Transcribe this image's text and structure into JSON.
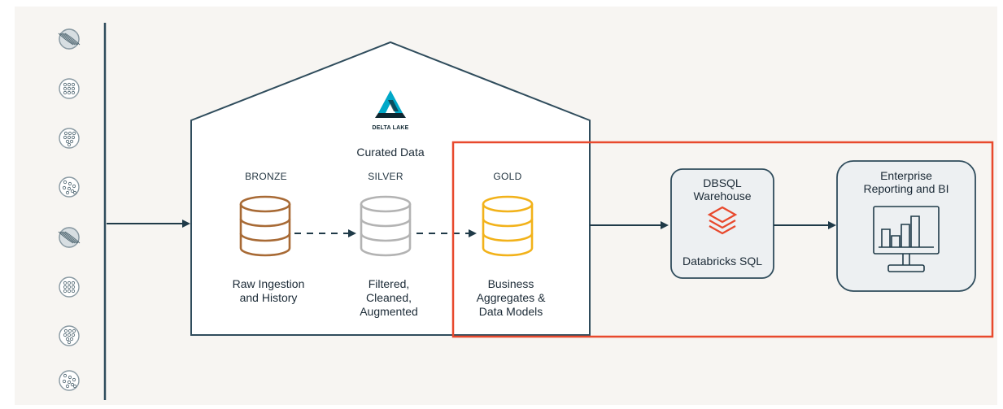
{
  "logo": {
    "text": "DELTA LAKE",
    "icon": "delta-lake-logo-icon"
  },
  "lakehouse": {
    "title": "Curated Data",
    "tiers": [
      {
        "key": "bronze",
        "label": "BRONZE",
        "description": "Raw Ingestion\nand History",
        "color": "#a86a35"
      },
      {
        "key": "silver",
        "label": "SILVER",
        "description": "Filtered,\nCleaned,\nAugmented",
        "color": "#b3b3b3"
      },
      {
        "key": "gold",
        "label": "GOLD",
        "description": "Business\nAggregates &\nData Models",
        "color": "#f2b21a"
      }
    ]
  },
  "warehouse": {
    "title": "DBSQL\nWarehouse",
    "subtitle": "Databricks SQL",
    "icon": "databricks-stack-icon",
    "accent": "#e8492d"
  },
  "reporting": {
    "title": "Enterprise\nReporting and BI",
    "icon": "bi-dashboard-monitor-icon"
  },
  "sources": {
    "icons": [
      "stream-source-icon",
      "tabular-source-icon",
      "document-source-icon",
      "scatter-source-icon",
      "stream-source-icon",
      "tabular-source-icon",
      "document-source-icon",
      "scatter-source-icon"
    ]
  },
  "colors": {
    "outline": "#2f4c5c",
    "highlight": "#e8492d",
    "box_fill": "#edf0f2",
    "background": "#f7f5f2"
  }
}
